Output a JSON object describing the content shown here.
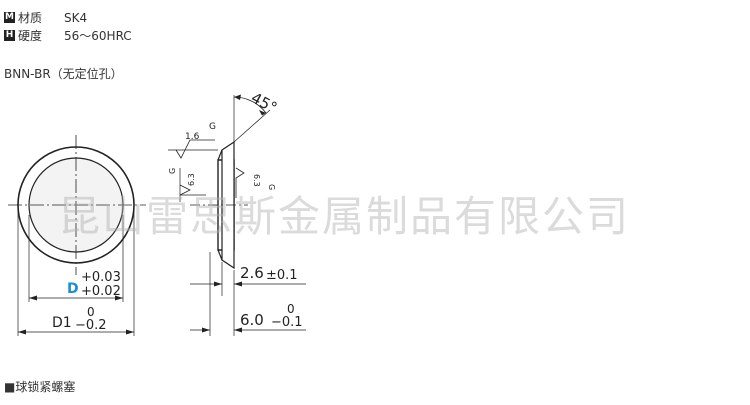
{
  "specs": [
    {
      "tag": "M",
      "label": "材质",
      "value": "SK4"
    },
    {
      "tag": "H",
      "label": "硬度",
      "value": "56～60HRC"
    }
  ],
  "model_label": "BNN-BR（无定位孔）",
  "product_label": "■球锁紧螺塞",
  "watermark": "昆山雷思斯金属制品有限公司",
  "drawing": {
    "angle": "45°",
    "roughness_top": "1.6",
    "roughness_g": "G",
    "roughness_side": "6.3",
    "d_name": "D",
    "d_tol_upper": "+0.03",
    "d_tol_lower": "+0.02",
    "d1_name": "D1",
    "d1_tol_upper": "0",
    "d1_tol_lower": "−0.2",
    "thickness": "2.6",
    "thickness_tol": "±0.1",
    "length": "6.0",
    "length_tol_upper": "0",
    "length_tol_lower": "−0.1",
    "colors": {
      "accent": "#1a8fd6",
      "line": "#222222"
    }
  }
}
